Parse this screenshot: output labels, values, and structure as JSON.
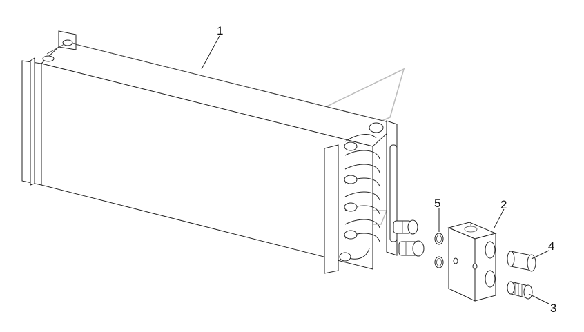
{
  "diagram": {
    "callouts": [
      {
        "id": "1",
        "label": "1"
      },
      {
        "id": "2",
        "label": "2"
      },
      {
        "id": "3",
        "label": "3"
      },
      {
        "id": "4",
        "label": "4"
      },
      {
        "id": "5",
        "label": "5"
      }
    ],
    "parts": [
      {
        "ref": "1",
        "icon": "evaporator-core-icon"
      },
      {
        "ref": "2",
        "icon": "expansion-valve-block-icon"
      },
      {
        "ref": "3",
        "icon": "threaded-plug-icon"
      },
      {
        "ref": "4",
        "icon": "cap-fitting-icon"
      },
      {
        "ref": "5",
        "icon": "o-ring-icon"
      }
    ],
    "line_color": "#222222",
    "watermark_color": "#bdbdbd"
  }
}
